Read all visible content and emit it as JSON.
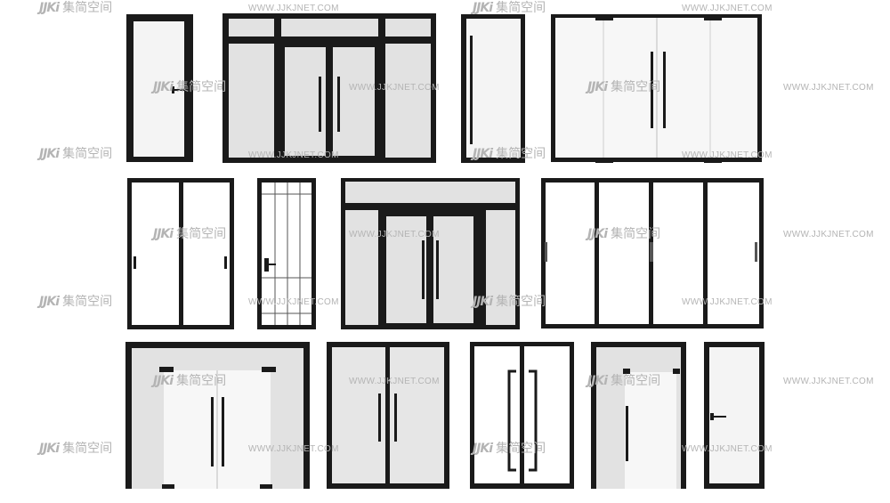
{
  "watermarks": {
    "brand_mark": "JJKi",
    "brand_text": "集简空间",
    "url": "WWW.JJKJNET.COM"
  },
  "colors": {
    "frame": "#1a1a1a",
    "glass_gray": "#e2e2e2",
    "glass_light": "#f4f4f4",
    "watermark": "#b4b4b4",
    "background": "#ffffff"
  },
  "gallery": {
    "items": [
      {
        "kind": "single-swing-door"
      },
      {
        "kind": "double-door-with-sidelights-and-transom"
      },
      {
        "kind": "single-glass-door-long-handle"
      },
      {
        "kind": "frameless-double-glass-door"
      },
      {
        "kind": "two-panel-sliding-door"
      },
      {
        "kind": "grid-panel-door"
      },
      {
        "kind": "storefront-double-door"
      },
      {
        "kind": "four-panel-sliding-door"
      },
      {
        "kind": "glass-double-door-in-wall"
      },
      {
        "kind": "gray-double-door"
      },
      {
        "kind": "double-door-c-handles"
      },
      {
        "kind": "glass-single-door-in-wall"
      },
      {
        "kind": "narrow-single-door"
      }
    ]
  }
}
